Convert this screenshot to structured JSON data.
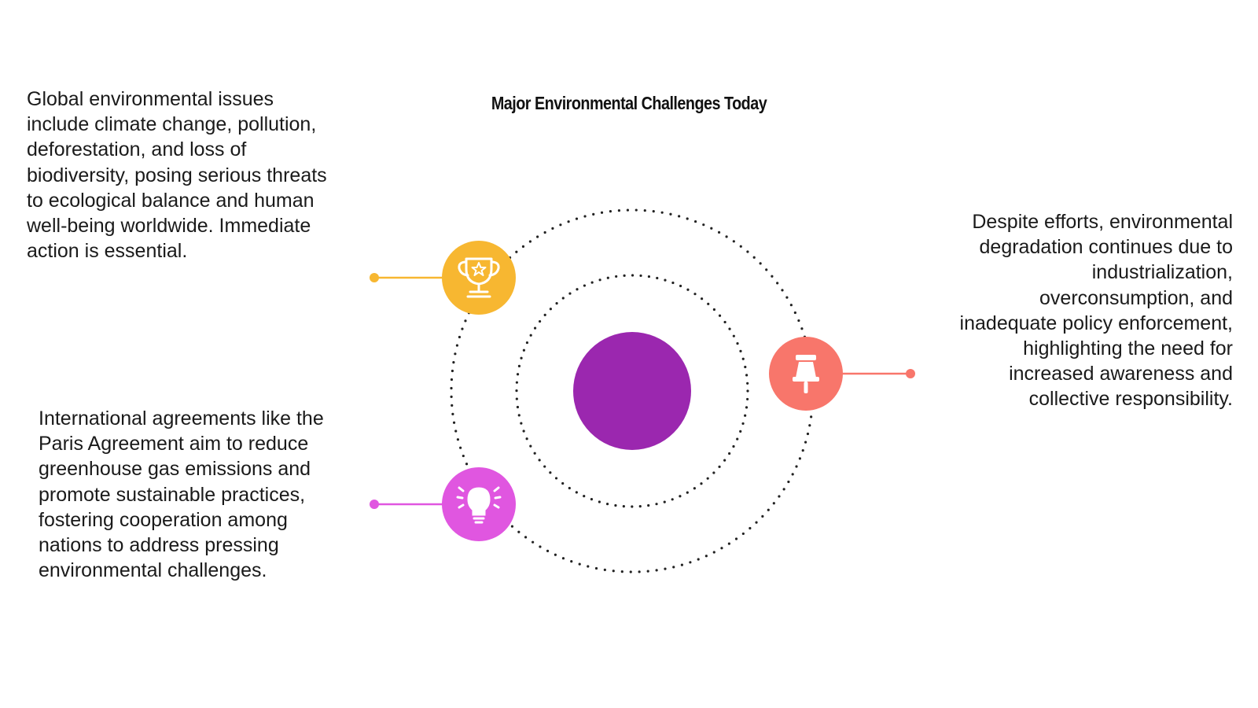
{
  "title": "Major Environmental Challenges Today",
  "items": [
    {
      "icon": "trophy-icon",
      "color": "#F7B731",
      "text": "Global environmental issues\ninclude climate change, pollution,\ndeforestation, and loss of\nbiodiversity, posing serious threats\nto ecological balance and human\nwell-being worldwide. Immediate\naction is essential."
    },
    {
      "icon": "lightbulb-icon",
      "color": "#E056E0",
      "text": "International agreements like the\nParis Agreement aim to reduce\ngreenhouse gas emissions and\npromote sustainable practices,\nfostering cooperation among\nnations to address pressing\nenvironmental challenges."
    },
    {
      "icon": "pushpin-icon",
      "color": "#F8766B",
      "text": "Despite efforts, environmental\ndegradation continues due to\nindustrialization,\noverconsumption, and\ninadequate policy enforcement,\nhighlighting the need for\nincreased awareness and\ncollective responsibility."
    }
  ],
  "center_color": "#9B27AF"
}
